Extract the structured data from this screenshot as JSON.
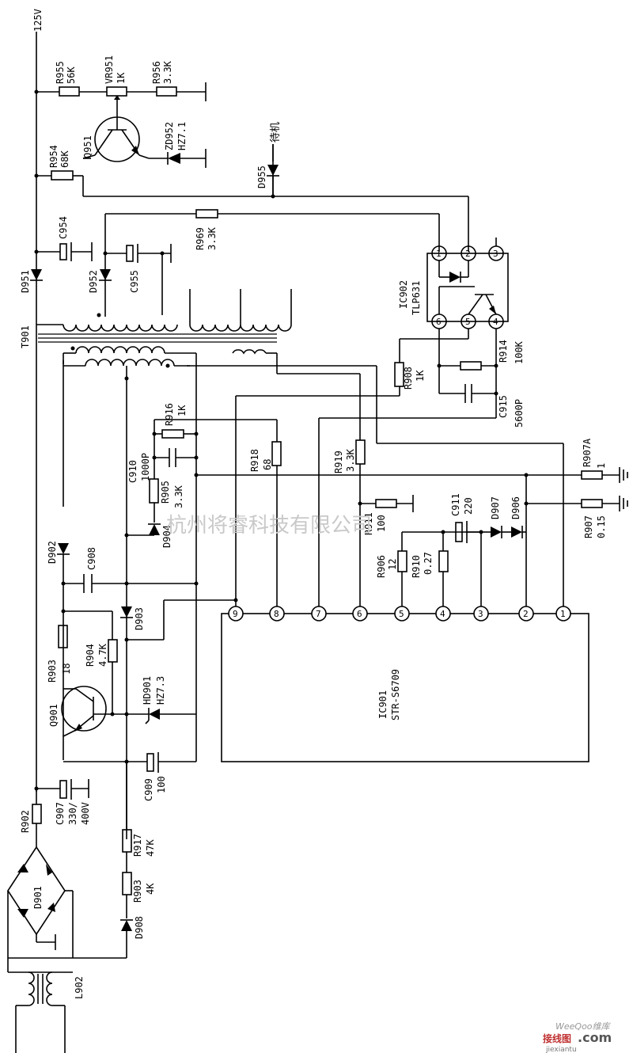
{
  "labels": {
    "v125": "125V",
    "r955": "R955",
    "r955v": "56K",
    "vr951": "VR951",
    "vr951v": "1K",
    "r956": "R956",
    "r956v": "3.3K",
    "q951": "Q951",
    "zd952": "ZD952",
    "zd952v": "HZ7.1",
    "r954": "R954",
    "r954v": "68K",
    "d955": "D955",
    "standby": "待机",
    "r969": "R969",
    "r969v": "3.3K",
    "c954": "C954",
    "d952": "D952",
    "c955": "C955",
    "d951": "D951",
    "ic902": "IC902",
    "ic902v": "TLP631",
    "t901": "T901",
    "r908": "R908",
    "r908v": "1K",
    "r914": "R914",
    "r914v": "100K",
    "c915": "C915",
    "c915v": "5600P",
    "r916": "R916",
    "r916v": "1K",
    "c910": "C910",
    "c910v": "1000P",
    "r905": "R905",
    "r905v": "3.3K",
    "d904": "D904",
    "r918": "R918",
    "r918v": "68",
    "r919": "R919",
    "r919v": "3.3K",
    "r911": "R911",
    "r911v": "100",
    "c911": "C911",
    "c911v": "220",
    "d907": "D907",
    "d906": "D906",
    "r907a": "R907A",
    "r907av": "1",
    "r907": "R907",
    "r907v": "0.15",
    "r906": "R906",
    "r906v": "12",
    "r910": "R910",
    "r910v": "0.27",
    "d902": "D902",
    "c908": "C908",
    "d903": "D903",
    "r903a": "R903",
    "r903av": "18",
    "r904": "R904",
    "r904v": "4.7K",
    "q901": "Q901",
    "hd901": "HD901",
    "hd901v": "HZ7.3",
    "ic901": "IC901",
    "ic901v": "STR-S6709",
    "c909": "C909",
    "c909v": "100",
    "r902": "R902",
    "c907": "C907",
    "c907v1": "330/",
    "c907v2": "400V",
    "d901": "D901",
    "r917": "R917",
    "r917v": "47K",
    "r903b": "R903",
    "r903bv": "4K",
    "d908": "D908",
    "l902": "L902"
  },
  "ic901_pins": [
    "9",
    "8",
    "7",
    "6",
    "5",
    "4",
    "3",
    "2",
    "1"
  ],
  "ic902_pins": [
    "1",
    "2",
    "3",
    "6",
    "5",
    "4"
  ],
  "watermark": "杭州将睿科技有限公司",
  "footer": {
    "brand1": "WeeQoo维库",
    "brand2": "接线图",
    "brand3": ".com",
    "brand4": "jiexiantu"
  }
}
